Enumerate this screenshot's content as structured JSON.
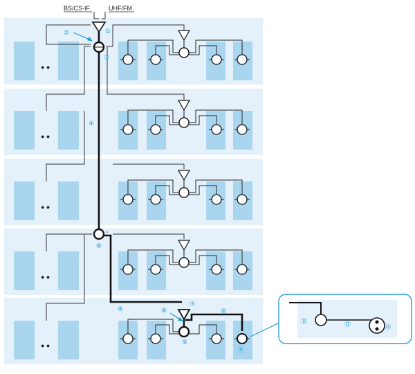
{
  "top_labels": {
    "bs_cs_if": "BS/CS-IF",
    "uhf_fm": "UHF/FM"
  },
  "markers": [
    "①",
    "②",
    "③",
    "④",
    "⑤",
    "⑥",
    "⑦",
    "⑧",
    "⑨",
    "⑩",
    "⑪",
    "⑫",
    "⑬"
  ],
  "dots": "● ●",
  "colors": {
    "floor_bg": "#e4f1fb",
    "room_fill": "#a9d5ef",
    "callout_border": "#2aa0dc",
    "marker": "#1a9ad6",
    "line": "#222222"
  }
}
